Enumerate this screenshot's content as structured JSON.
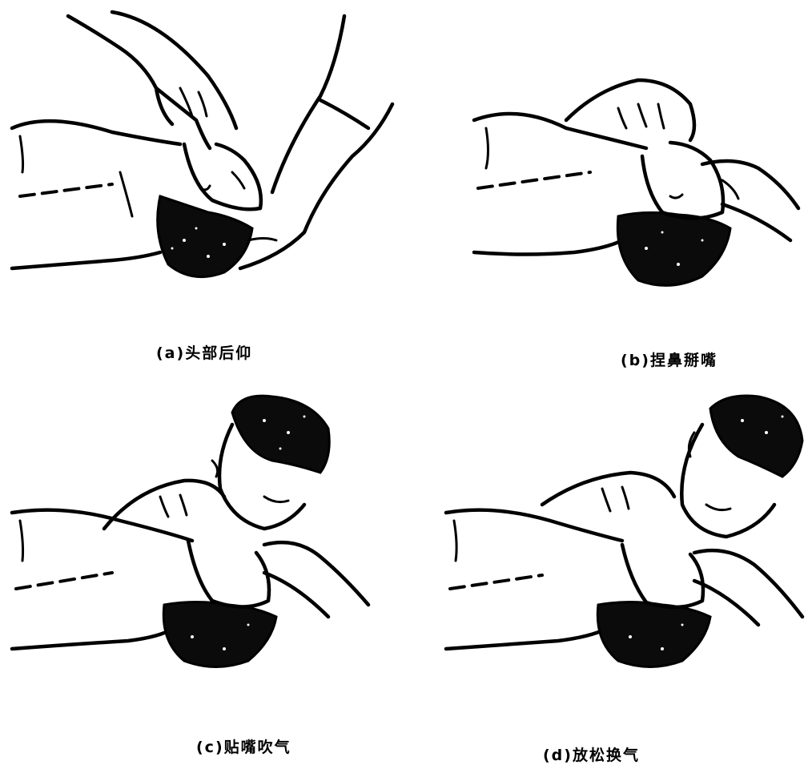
{
  "panels": [
    {
      "id": "a",
      "caption": "(a)头部后仰"
    },
    {
      "id": "b",
      "caption": "(b)捏鼻掰嘴"
    },
    {
      "id": "c",
      "caption": "(c)贴嘴吹气"
    },
    {
      "id": "d",
      "caption": "(d)放松换气"
    }
  ]
}
